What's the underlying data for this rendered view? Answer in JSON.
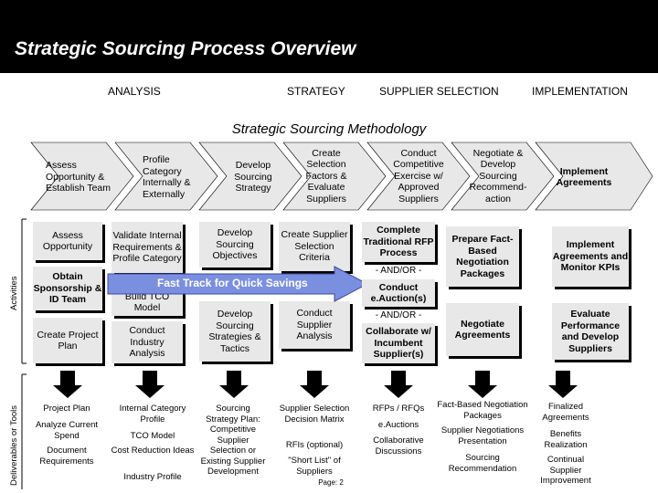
{
  "title": "Strategic Sourcing Process Overview",
  "phases": [
    "ANALYSIS",
    "STRATEGY",
    "SUPPLIER SELECTION",
    "IMPLEMENTATION"
  ],
  "methodology_title": "Strategic Sourcing Methodology",
  "side_labels": {
    "activities": "Activities",
    "deliverables": "Deliverables or Tools"
  },
  "chevrons": [
    "Assess Opportunity & Establish Team",
    "Profile Category Internally & Externally",
    "Develop Sourcing Strategy",
    "Create Selection Factors & Evaluate Suppliers",
    "Conduct Competitive Exercise w/ Approved Suppliers",
    "Negotiate & Develop Sourcing Recommend-action",
    "Implement Agreements"
  ],
  "activities": {
    "col1": [
      "Assess Opportunity",
      "Obtain Sponsorship & ID Team",
      "Create Project Plan"
    ],
    "col2": [
      "Validate Internal Requirements & Profile Category",
      "Build TCO Model",
      "Conduct Industry Analysis"
    ],
    "col3": [
      "Develop Sourcing Objectives",
      "Develop Sourcing Strategies & Tactics"
    ],
    "col4": [
      "Create Supplier Selection Criteria",
      "Conduct Supplier Analysis"
    ],
    "col5": [
      "Complete Traditional RFP Process",
      "- AND/OR -",
      "Conduct e.Auction(s)",
      "- AND/OR -",
      "Collaborate w/ Incumbent Supplier(s)"
    ],
    "col6": [
      "Prepare Fact-Based Negotiation Packages",
      "Negotiate Agreements"
    ],
    "col7": [
      "Implement Agreements and Monitor KPIs",
      "Evaluate Performance and Develop Suppliers"
    ]
  },
  "fast_track": "Fast Track for Quick Savings",
  "deliverables": {
    "col1": [
      "Project Plan",
      "Analyze Current Spend",
      "Document Requirements"
    ],
    "col2": [
      "Internal Category Profile",
      "TCO Model",
      "Cost Reduction Ideas",
      "Industry Profile"
    ],
    "col3": [
      "Sourcing Strategy Plan: Competitive Supplier Selection or Existing Supplier Development"
    ],
    "col4": [
      "Supplier Selection Decision Matrix",
      "RFIs (optional)",
      "\"Short List\" of Suppliers"
    ],
    "col5": [
      "RFPs / RFQs",
      "e.Auctions",
      "Collaborative Discussions"
    ],
    "col6": [
      "Fact-Based Negotiation Packages",
      "Supplier Negotiations Presentation",
      "Sourcing Recommendation"
    ],
    "col7": [
      "Finalized Agreements",
      "Benefits Realization",
      "Continual Supplier Improvement"
    ]
  },
  "page_label": "Page: 2",
  "colors": {
    "title_bg": "#000000",
    "box_fill": "#e8e8e8",
    "arrow_fill": "#7b8fe0"
  }
}
